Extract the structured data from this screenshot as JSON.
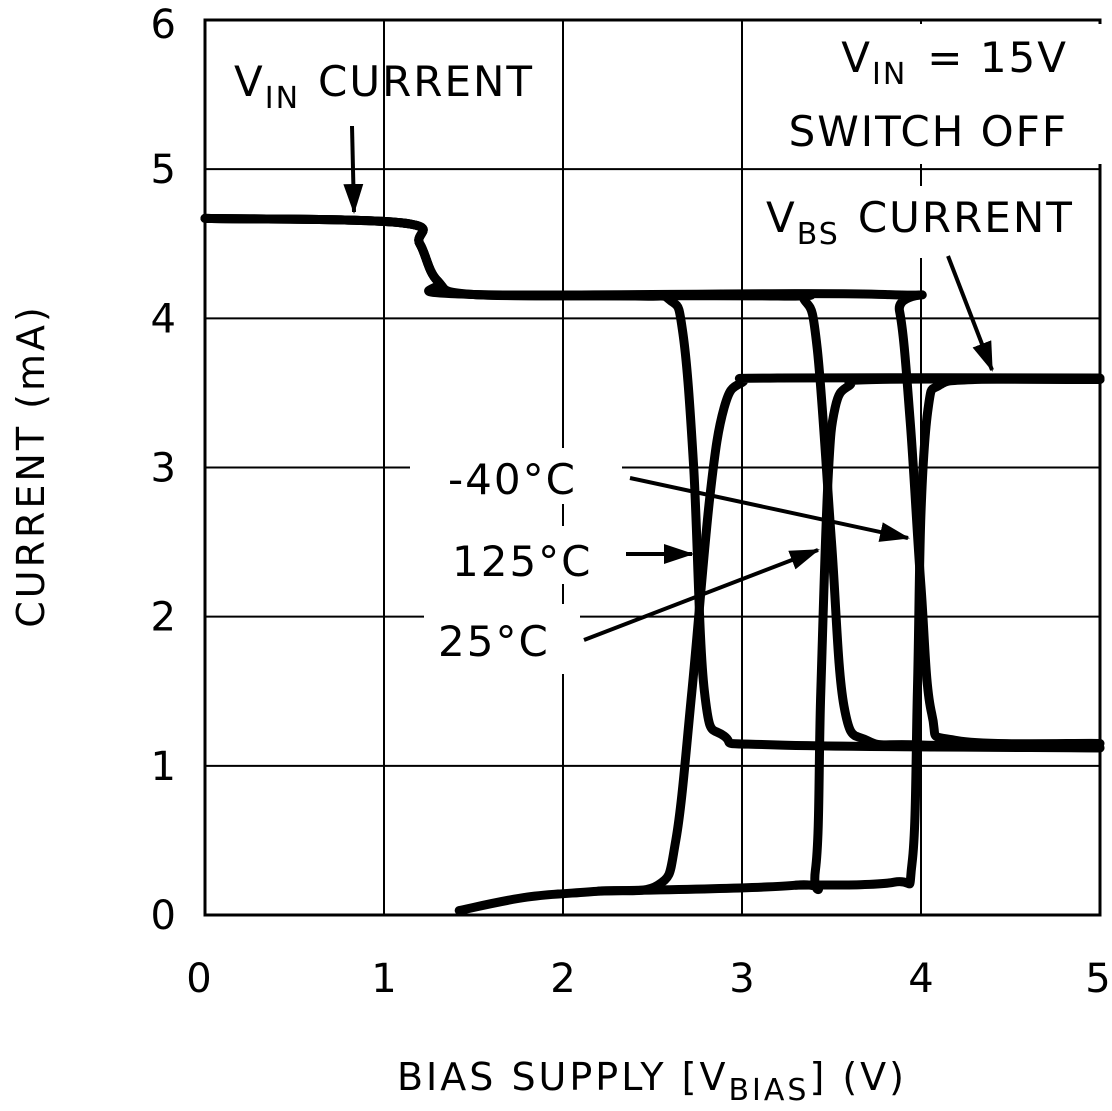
{
  "chart_data": {
    "type": "line",
    "xlabel_parts": {
      "pre": "BIAS SUPPLY [V",
      "sub": "BIAS",
      "post": "] (V)"
    },
    "ylabel": "CURRENT (mA)",
    "xlim": [
      0,
      5
    ],
    "ylim": [
      0,
      6
    ],
    "xticks": [
      "0",
      "1",
      "2",
      "3",
      "4",
      "5"
    ],
    "yticks": [
      "0",
      "1",
      "2",
      "3",
      "4",
      "5",
      "6"
    ],
    "grid": true,
    "legend": "none",
    "conditions": {
      "v": "V",
      "sub": "IN",
      "value": "= 15V",
      "line2": "SWITCH OFF"
    },
    "annotations": {
      "vin": {
        "v": "V",
        "sub": "IN",
        "text": "CURRENT"
      },
      "vbs": {
        "v": "V",
        "sub": "BS",
        "text": "CURRENT"
      },
      "t_minus40": "-40°C",
      "t_125": "125°C",
      "t_25": "25°C"
    },
    "series": [
      {
        "id": "vin-125",
        "points": [
          [
            0,
            4.67
          ],
          [
            1.1,
            4.64
          ],
          [
            1.2,
            4.5
          ],
          [
            1.3,
            4.25
          ],
          [
            1.5,
            4.16
          ],
          [
            2.4,
            4.15
          ],
          [
            2.6,
            4.12
          ],
          [
            2.67,
            3.9
          ],
          [
            2.73,
            3.0
          ],
          [
            2.79,
            1.5
          ],
          [
            2.9,
            1.2
          ],
          [
            3.2,
            1.14
          ],
          [
            5.0,
            1.12
          ]
        ]
      },
      {
        "id": "vin-25",
        "points": [
          [
            0,
            4.67
          ],
          [
            1.1,
            4.64
          ],
          [
            1.2,
            4.5
          ],
          [
            1.3,
            4.25
          ],
          [
            1.5,
            4.16
          ],
          [
            3.2,
            4.15
          ],
          [
            3.35,
            4.12
          ],
          [
            3.42,
            3.8
          ],
          [
            3.5,
            2.5
          ],
          [
            3.57,
            1.4
          ],
          [
            3.7,
            1.17
          ],
          [
            4.0,
            1.14
          ],
          [
            5.0,
            1.12
          ]
        ]
      },
      {
        "id": "vin-m40",
        "points": [
          [
            0,
            4.67
          ],
          [
            1.1,
            4.64
          ],
          [
            1.2,
            4.5
          ],
          [
            1.3,
            4.25
          ],
          [
            1.5,
            4.16
          ],
          [
            3.8,
            4.16
          ],
          [
            3.88,
            4.05
          ],
          [
            3.94,
            3.3
          ],
          [
            4.0,
            2.2
          ],
          [
            4.06,
            1.35
          ],
          [
            4.2,
            1.17
          ],
          [
            5.0,
            1.15
          ]
        ]
      },
      {
        "id": "vbs-125",
        "points": [
          [
            1.42,
            0.03
          ],
          [
            1.8,
            0.12
          ],
          [
            2.2,
            0.16
          ],
          [
            2.53,
            0.2
          ],
          [
            2.63,
            0.5
          ],
          [
            2.72,
            1.5
          ],
          [
            2.82,
            2.8
          ],
          [
            2.9,
            3.4
          ],
          [
            3.0,
            3.57
          ],
          [
            3.2,
            3.6
          ],
          [
            5.0,
            3.6
          ]
        ]
      },
      {
        "id": "vbs-25",
        "points": [
          [
            2.2,
            0.16
          ],
          [
            3.3,
            0.2
          ],
          [
            3.41,
            0.3
          ],
          [
            3.44,
            1.5
          ],
          [
            3.48,
            2.9
          ],
          [
            3.52,
            3.4
          ],
          [
            3.6,
            3.55
          ],
          [
            3.75,
            3.59
          ],
          [
            5.0,
            3.59
          ]
        ]
      },
      {
        "id": "vbs-m40",
        "points": [
          [
            3.3,
            0.2
          ],
          [
            3.85,
            0.22
          ],
          [
            3.95,
            0.35
          ],
          [
            3.98,
            1.5
          ],
          [
            4.0,
            2.7
          ],
          [
            4.04,
            3.4
          ],
          [
            4.1,
            3.55
          ],
          [
            4.3,
            3.59
          ],
          [
            5.0,
            3.59
          ]
        ]
      }
    ],
    "colors": {
      "line": "#000000",
      "grid": "#000000",
      "background": "#ffffff"
    }
  }
}
